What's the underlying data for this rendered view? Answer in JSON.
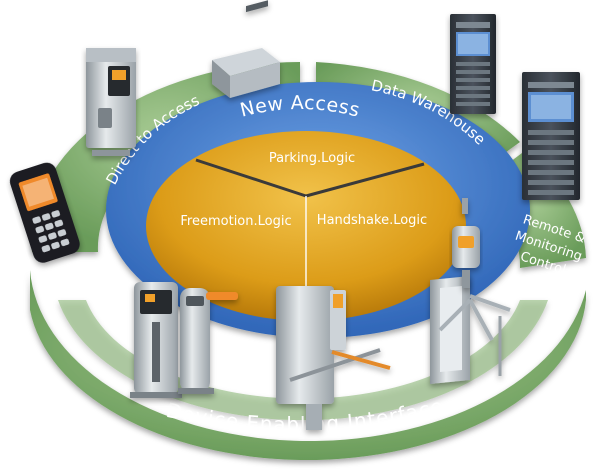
{
  "diagram": {
    "center_segments": {
      "top": "Parking.Logic",
      "left": "Freemotion.Logic",
      "right": "Handshake.Logic"
    },
    "middle_ring": "New Access",
    "outer_segments": {
      "upper_left": "Direct to Access",
      "upper_right": "Data Warehouse",
      "right_line1": "Remote &",
      "right_line2": "Monitoring",
      "right_line3": "Control",
      "bottom": "Device Enabling Interface"
    },
    "colors": {
      "outer_ring": "#7aa86a",
      "middle_ring": "#3f78c8",
      "center": "#d89a1a",
      "text": "#ffffff"
    },
    "devices": [
      "mobile-phone",
      "access-terminal",
      "card-reader",
      "server-rack",
      "server-rack",
      "parking-pay-station",
      "barrier-gate",
      "turnstile",
      "tripod-turnstile",
      "intercom-post"
    ]
  }
}
